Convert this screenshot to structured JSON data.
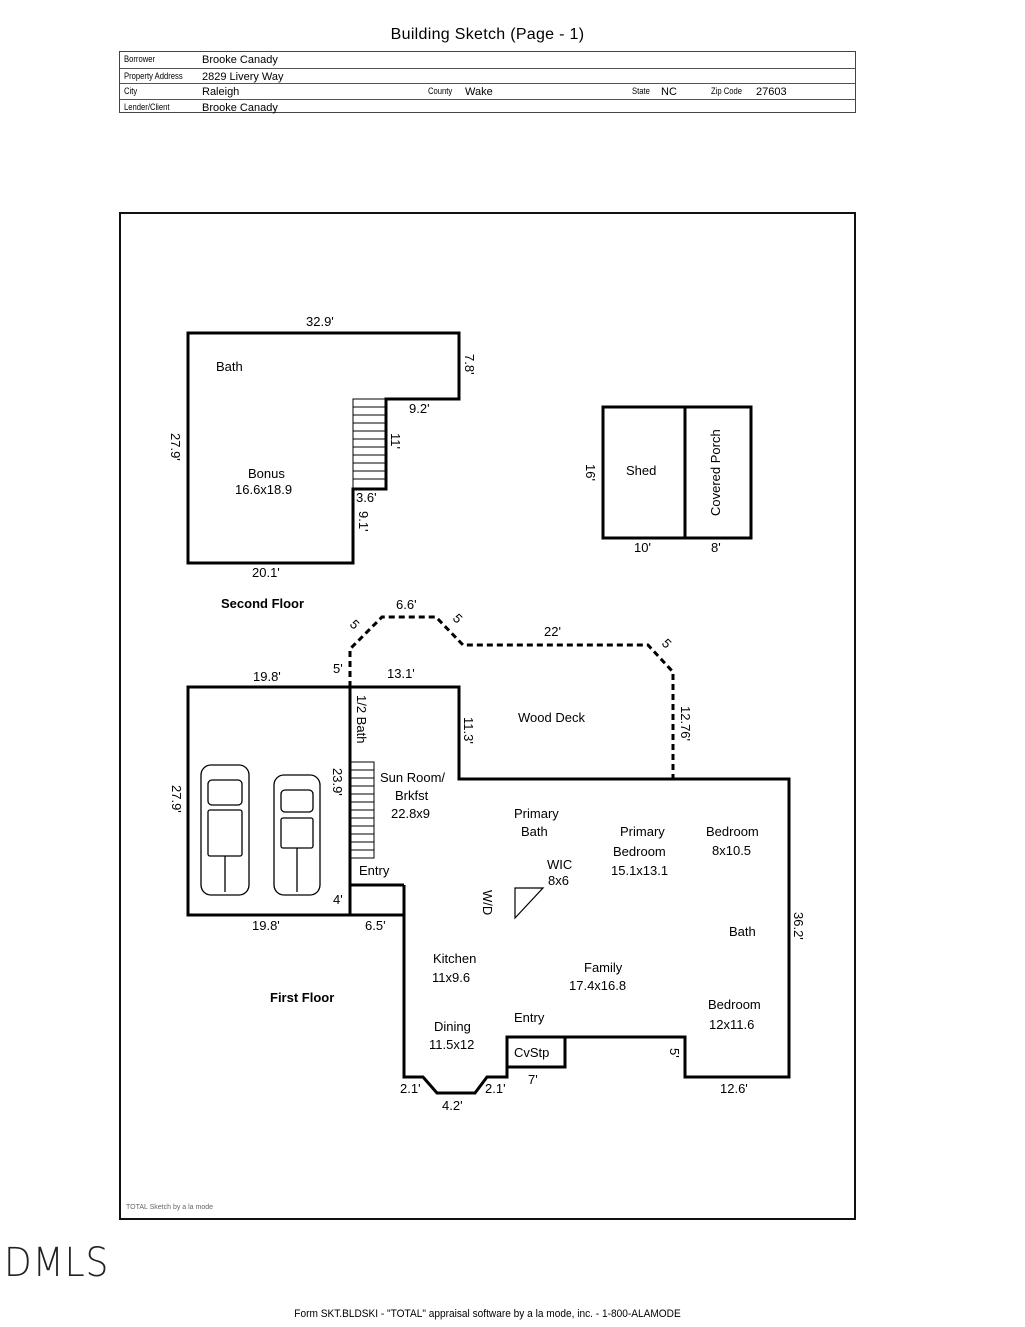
{
  "header": {
    "title": "Building Sketch (Page - 1)"
  },
  "info": {
    "borrower_label": "Borrower",
    "borrower": "Brooke Canady",
    "address_label": "Property Address",
    "address": "2829 Livery Way",
    "city_label": "City",
    "city": "Raleigh",
    "county_label": "County",
    "county": "Wake",
    "state_label": "State",
    "state": "NC",
    "zip_label": "Zip Code",
    "zip": "27603",
    "lender_label": "Lender/Client",
    "lender": "Brooke Canady"
  },
  "second_floor": {
    "label": "Second Floor",
    "bath": "Bath",
    "bonus_name": "Bonus",
    "bonus_size": "16.6x18.9",
    "dims": {
      "top": "32.9'",
      "right_upper": "7.8'",
      "step": "9.2'",
      "stair": "11'",
      "notch": "3.6'",
      "right_lower": "9.1'",
      "bottom": "20.1'",
      "left": "27.9'"
    }
  },
  "shed": {
    "label": "Shed",
    "porch": "Covered Porch",
    "height": "16'",
    "shed_width": "10'",
    "porch_width": "8'"
  },
  "deck": {
    "label": "Wood Deck",
    "dims": {
      "d5a": "5'",
      "d5b": "5",
      "d66": "6.6'",
      "d5c": "5",
      "d22": "22'",
      "d5d": "5",
      "d1276": "12.76'"
    }
  },
  "first_floor": {
    "label": "First Floor",
    "garage_top": "19.8'",
    "garage_left": "27.9'",
    "garage_bottom": "19.8'",
    "half_bath": "1/2 Bath",
    "sunroom_top": "13.1'",
    "sunroom_right": "11.3'",
    "sunroom_left": "23.9'",
    "sunroom_name": "Sun Room/",
    "sunroom_name2": "Brkfst",
    "sunroom_size": "22.8x9",
    "entry_top": "Entry",
    "entry_dim": "4'",
    "entry_bottom": "6.5'",
    "primary_bath": "Primary",
    "primary_bath2": "Bath",
    "primary_bed": "Primary",
    "primary_bed2": "Bedroom",
    "primary_bed_size": "15.1x13.1",
    "bed1": "Bedroom",
    "bed1_size": "8x10.5",
    "wic": "WIC",
    "wic_size": "8x6",
    "wd": "W/D",
    "bath": "Bath",
    "right": "36.2'",
    "kitchen": "Kitchen",
    "kitchen_size": "11x9.6",
    "family": "Family",
    "family_size": "17.4x16.8",
    "bed2": "Bedroom",
    "bed2_size": "12x11.6",
    "dining": "Dining",
    "dining_size": "11.5x12",
    "entry2": "Entry",
    "cvstp": "CvStp",
    "d21a": "2.1'",
    "d42": "4.2'",
    "d21b": "2.1'",
    "d7": "7'",
    "d5": "5'",
    "d126": "12.6'"
  },
  "credit": "TOTAL Sketch by a la mode",
  "footer": "Form SKT.BLDSKI - \"TOTAL\" appraisal software by a la mode, inc. - 1-800-ALAMODE",
  "watermark": "DMLS"
}
